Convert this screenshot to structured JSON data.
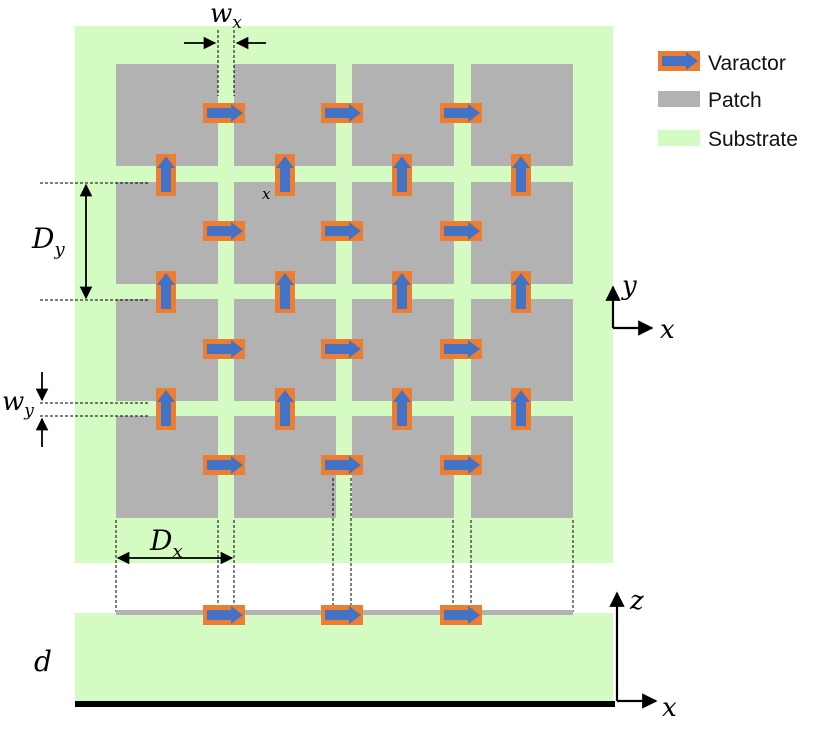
{
  "legend": {
    "varactor": "Varactor",
    "patch": "Patch",
    "substrate": "Substrate"
  },
  "labels": {
    "wx_base": "w",
    "wx_sub": "x",
    "wy_base": "w",
    "wy_sub": "y",
    "Dx_base": "D",
    "Dx_sub": "x",
    "Dy_base": "D",
    "Dy_sub": "y",
    "d": "d",
    "stray_x": "x"
  },
  "axes_top": {
    "vertical": "y",
    "horizontal": "x"
  },
  "axes_bottom": {
    "vertical": "z",
    "horizontal": "x"
  },
  "colors": {
    "substrate": "#d4fbc2",
    "patch": "#b2b2b2",
    "varactor_border": "#ed7d31",
    "varactor_arrow": "#4472c4",
    "ground": "#000000"
  },
  "grid": {
    "rows": 4,
    "cols": 4
  }
}
